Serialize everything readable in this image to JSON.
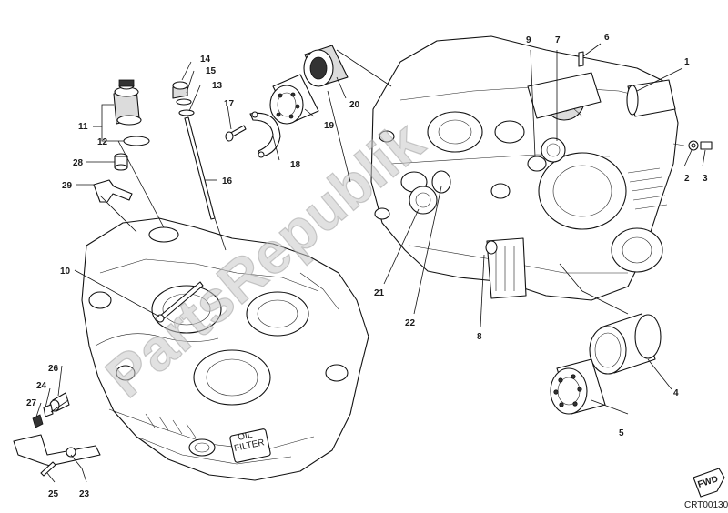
{
  "diagram": {
    "part_numbers": [
      "1",
      "2",
      "3",
      "4",
      "5",
      "6",
      "7",
      "8",
      "9",
      "10",
      "11",
      "12",
      "13",
      "14",
      "15",
      "16",
      "17",
      "18",
      "19",
      "20",
      "21",
      "22",
      "23",
      "24",
      "25",
      "26",
      "27",
      "28",
      "29"
    ],
    "watermark": "PartsRepublik",
    "code": "CRT00130",
    "fwd_label": "FWD",
    "oil_label": "OIL",
    "filter_label": "FILTER"
  }
}
